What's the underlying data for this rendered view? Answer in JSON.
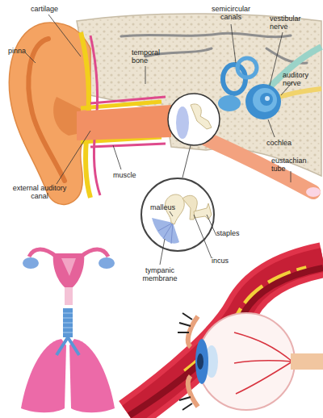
{
  "diagram": {
    "labels": [
      "cartilage",
      "pinna",
      "temporal bone",
      "semicircular canals",
      "vestibular nerve",
      "auditory nerve",
      "cochlea",
      "eustachian tube",
      "muscle",
      "external auditory canal",
      "malleus",
      "staples",
      "incus",
      "tympanic membrane"
    ]
  }
}
